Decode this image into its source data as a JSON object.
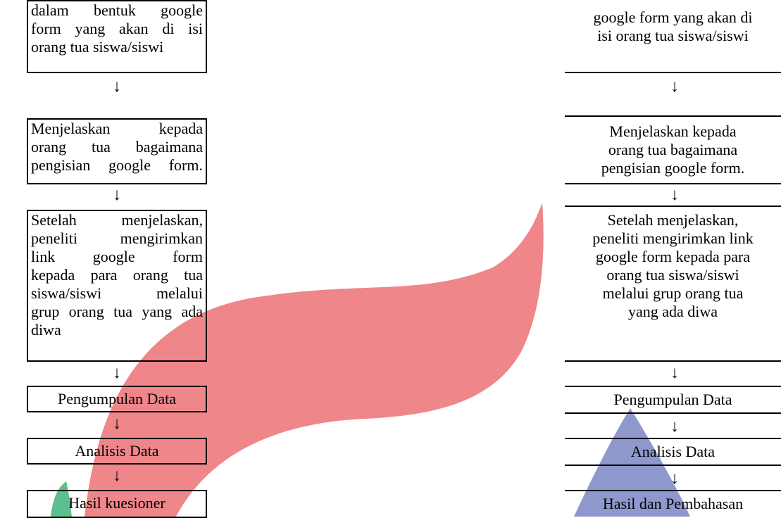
{
  "left_flow": {
    "box1": [
      "dalam bentuk google",
      "form yang akan di isi",
      "orang tua siswa/siswi"
    ],
    "box2": [
      "Menjelaskan kepada",
      "orang tua bagaimana",
      "pengisian google form."
    ],
    "box3": [
      "Setelah menjelaskan,",
      "peneliti mengirimkan",
      "link google form",
      "kepada para orang tua",
      "siswa/siswi melalui",
      "grup orang tua yang ada",
      "diwa"
    ],
    "box4": "Pengumpulan Data",
    "box5": "Analisis Data",
    "box6": "Hasil kuesioner"
  },
  "right_flow": {
    "box1": [
      "google form yang akan di",
      "isi orang tua siswa/siswi"
    ],
    "box2": [
      "Menjelaskan kepada",
      "orang tua bagaimana",
      "pengisian google form."
    ],
    "box3": [
      "Setelah menjelaskan,",
      "peneliti mengirimkan link",
      "google form kepada para",
      "orang tua siswa/siswi",
      "melalui grup orang tua",
      "yang ada diwa"
    ],
    "box4": "Pengumpulan Data",
    "box5": "Analisis Data",
    "box6": "Hasil dan Pembahasan"
  },
  "arrow_glyph": "↓",
  "watermark_colors": {
    "red": "#ef868a",
    "green": "#5bbf8e",
    "blue": "#8f98cc"
  }
}
